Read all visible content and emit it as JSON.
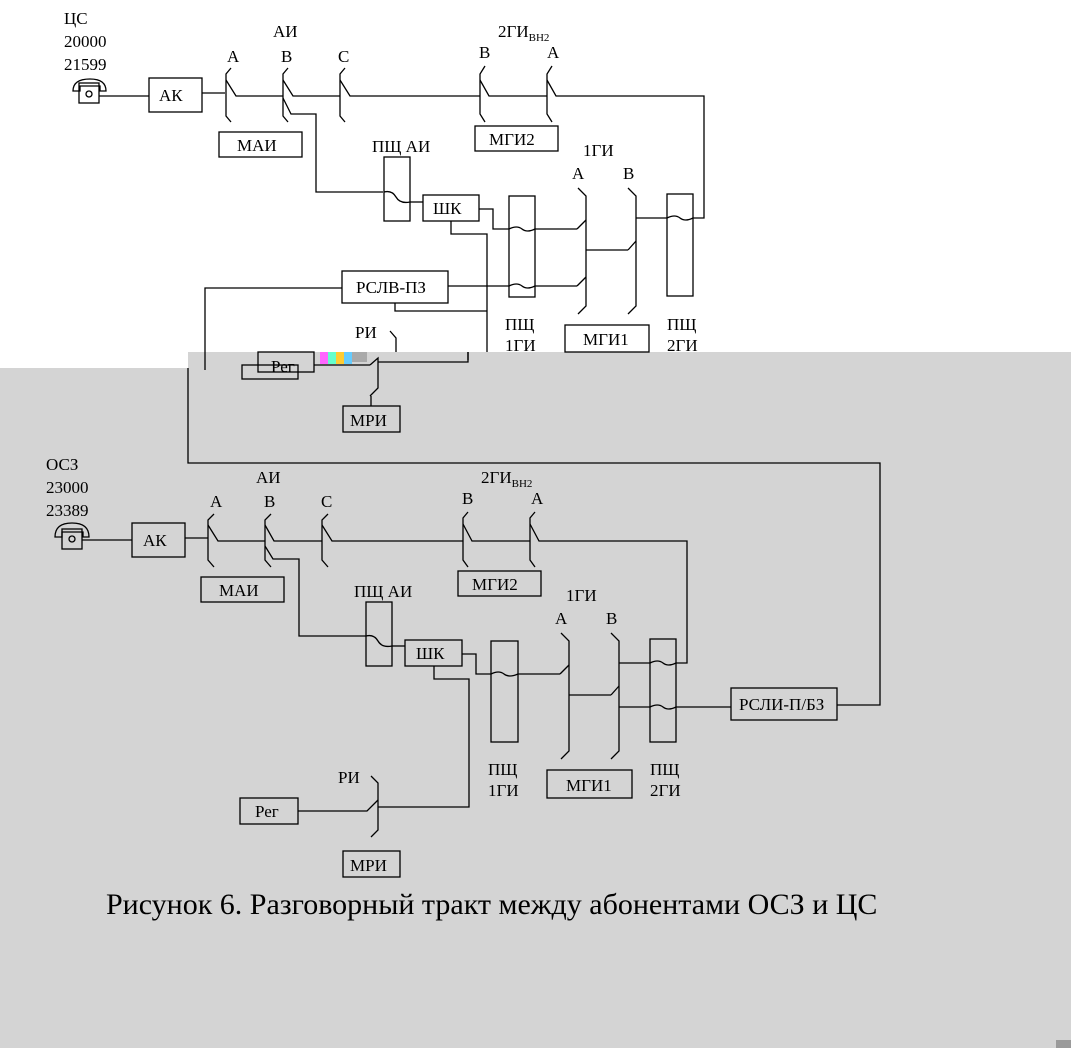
{
  "colors": {
    "page_top": "#ffffff",
    "page_bottom": "#d4d4d4",
    "ink": "#000000",
    "corner_mark": "#9a9a9a"
  },
  "top": {
    "station_name": "ЦС",
    "number_from": "20000",
    "number_to": "21599",
    "ak": "АК",
    "ai": "АИ",
    "ai_a": "А",
    "ai_b": "В",
    "ai_c": "С",
    "mai": "МАИ",
    "gi2_main": "2ГИ",
    "gi2_sub": "ВН2",
    "gi2_b": "В",
    "gi2_a": "А",
    "mgi2": "МГИ2",
    "pshch_ai": "ПЩ АИ",
    "shk": "ШК",
    "gi1": "1ГИ",
    "gi1_a": "А",
    "gi1_b": "В",
    "rslv": "РСЛВ-ПЗ",
    "pshch_1gi_1": "ПЩ",
    "pshch_1gi_2": "1ГИ",
    "mgi1": "МГИ1",
    "pshch_2gi_1": "ПЩ",
    "pshch_2gi_2": "2ГИ",
    "ri": "РИ",
    "reg": "Рег",
    "mri": "МРИ"
  },
  "bottom": {
    "station_name": "ОСЗ",
    "number_from": "23000",
    "number_to": "23389",
    "ak": "АК",
    "ai": "АИ",
    "ai_a": "А",
    "ai_b": "В",
    "ai_c": "С",
    "mai": "МАИ",
    "gi2_main": "2ГИ",
    "gi2_sub": "ВН2",
    "gi2_b": "В",
    "gi2_a": "А",
    "mgi2": "МГИ2",
    "pshch_ai": "ПЩ АИ",
    "shk": "ШК",
    "gi1": "1ГИ",
    "gi1_a": "А",
    "gi1_b": "В",
    "rsli": "РСЛИ-П/БЗ",
    "pshch_1gi_1": "ПЩ",
    "pshch_1gi_2": "1ГИ",
    "mgi1": "МГИ1",
    "pshch_2gi_1": "ПЩ",
    "pshch_2gi_2": "2ГИ",
    "ri": "РИ",
    "reg": "Рег",
    "mri": "МРИ"
  },
  "caption": "Рисунок 6. Разговорный тракт между абонентами ОСЗ и ЦС"
}
